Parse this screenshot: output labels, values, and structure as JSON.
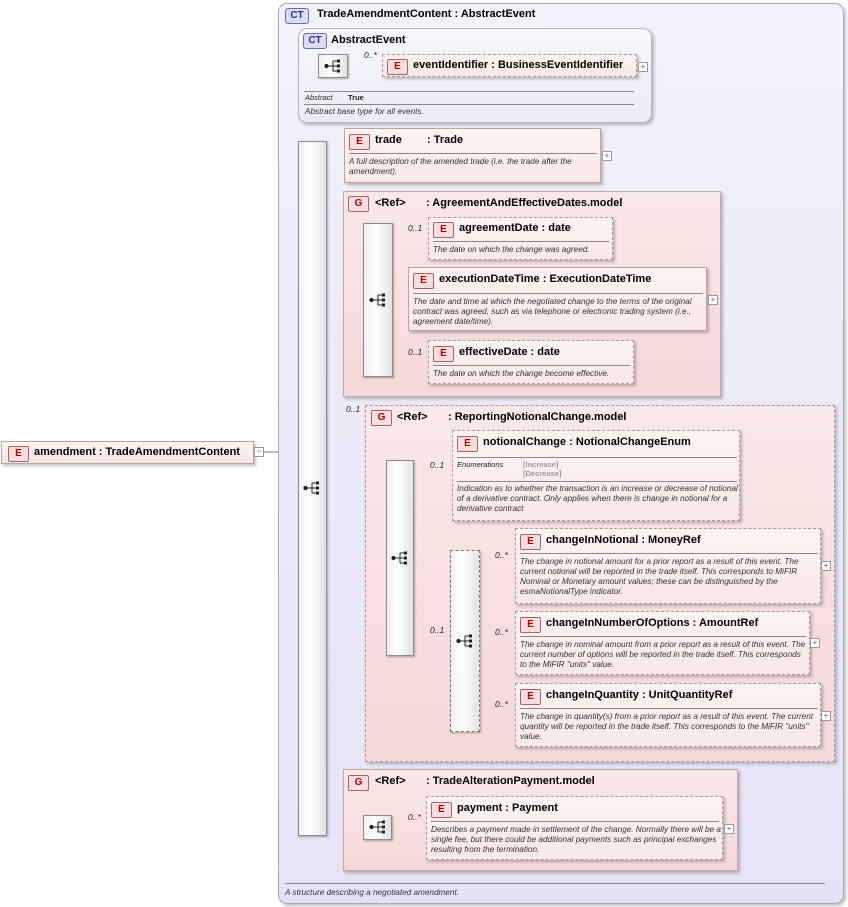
{
  "root_element": {
    "badge": "E",
    "label": "amendment : TradeAmendmentContent"
  },
  "main_type": {
    "badge": "CT",
    "title": "TradeAmendmentContent : AbstractEvent",
    "footer": "A structure describing a negotiated amendment."
  },
  "abstract_event": {
    "badge": "CT",
    "title": "AbstractEvent",
    "child": {
      "badge": "E",
      "cardinality": "0..*",
      "label": "eventIdentifier : BusinessEventIdentifier"
    },
    "abstract_label": "Abstract",
    "abstract_value": "True",
    "description": "Abstract base type for all events."
  },
  "trade": {
    "badge": "E",
    "name": "trade",
    "type": ": Trade",
    "description": "A full description of the amended trade (i.e. the trade after the amendment)."
  },
  "agreement_group": {
    "badge": "G",
    "ref": "<Ref>",
    "name": ": AgreementAndEffectiveDates.model",
    "items": [
      {
        "badge": "E",
        "cardinality": "0..1",
        "label": "agreementDate : date",
        "description": "The date on which the change was agreed."
      },
      {
        "badge": "E",
        "cardinality": "",
        "label": "executionDateTime : ExecutionDateTime",
        "description": "The date and time at which the negotiated change to the terms of the original contract was agreed, such as via telephone or electronic trading system (i.e., agreement date/time)."
      },
      {
        "badge": "E",
        "cardinality": "0..1",
        "label": "effectiveDate : date",
        "description": "The date on which the change become effective."
      }
    ]
  },
  "notional_group": {
    "badge": "G",
    "ref": "<Ref>",
    "name": ": ReportingNotionalChange.model",
    "cardinality": "0..1",
    "notional_change": {
      "badge": "E",
      "cardinality": "0..1",
      "label": "notionalChange : NotionalChangeEnum",
      "enum_label": "Enumerations",
      "enum_values": [
        "[Increase]",
        "[Decrease]"
      ],
      "description": "Indication as to whether the transaction is an increase or decrease of notional of a derivative contract. Only applies when there is change in notional for a derivative contract"
    },
    "choice_cardinality": "0..1",
    "items": [
      {
        "badge": "E",
        "cardinality": "0..*",
        "label": "changeInNotional : MoneyRef",
        "description": "The change in notional amount for a prior report as a result of this event. The current notional will be reported in the trade itself. This corresponds to MiFIR Nominal or Monetary amount values; these can be distinguished by the esmaNotionalType indicator."
      },
      {
        "badge": "E",
        "cardinality": "0..*",
        "label": "changeInNumberOfOptions : AmountRef",
        "description": "The change in nominal amount from a prior report as a result of this event. The current number of options will be reported in the trade itself. This corresponds to the MiFIR \"units\" value."
      },
      {
        "badge": "E",
        "cardinality": "0..*",
        "label": "changeInQuantity : UnitQuantityRef",
        "description": "The change in quantity(s) from a prior report as a result of this event. The current quantity will be reported in the trade itself. This corresponds to the MiFIR \"units\" value."
      }
    ]
  },
  "payment_group": {
    "badge": "G",
    "ref": "<Ref>",
    "name": ": TradeAlterationPayment.model",
    "item": {
      "badge": "E",
      "cardinality": "0..*",
      "label": "payment : Payment",
      "description": "Describes a payment made in settlement of the change. Normally there will be a single fee, but there could be additional payments such as principal exchanges resulting from the termination."
    }
  },
  "symbols": {
    "plus": "+",
    "minus": "−"
  },
  "colors": {
    "element_fill": "#f8e7e7",
    "group_fill": "#f5d8d8",
    "complex_type_fill": "#e3e3f5",
    "badge_text": "#b00000"
  }
}
